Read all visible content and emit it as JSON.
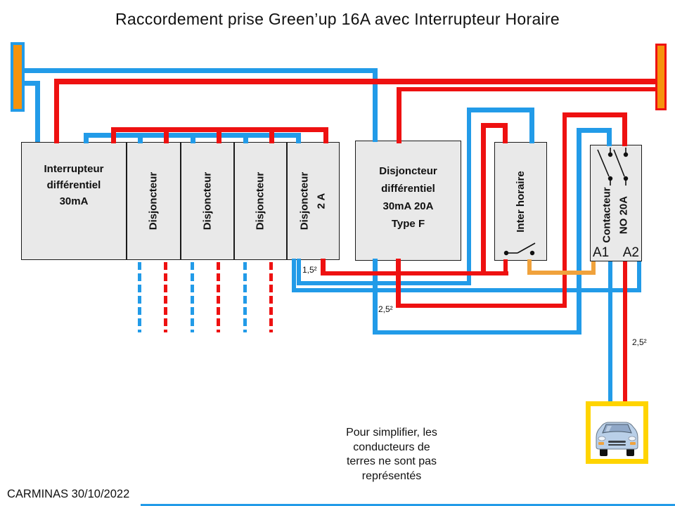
{
  "title": "Raccordement prise Green’up 16A avec Interrupteur Horaire",
  "footer": "CARMINAS 30/10/2022",
  "note": "Pour simplifier, les\nconducteurs de\nterres ne sont pas\nreprésentés",
  "labels": {
    "section_1_5": "1,5²",
    "section_2_5_a": "2,5²",
    "section_2_5_b": "2,5²"
  },
  "boxes": {
    "rcd": {
      "label": "Interrupteur\ndifférentiel\n30mA"
    },
    "breaker_1": {
      "label": "Disjoncteur"
    },
    "breaker_2": {
      "label": "Disjoncteur"
    },
    "breaker_3": {
      "label": "Disjoncteur"
    },
    "breaker_2a": {
      "label": "Disjoncteur\n2 A"
    },
    "rcbo": {
      "label": "Disjoncteur\ndifférentiel\n30mA 20A\nType F"
    },
    "timer": {
      "label": "Inter horaire"
    },
    "contactor": {
      "label": "Contacteur\nNO 20A",
      "terminal_left": "A1",
      "terminal_right": "A2"
    }
  },
  "colors": {
    "wire_neutral_blue": "#229BE8",
    "wire_phase_red": "#EE1111",
    "wire_switched_orange": "#F0A23C",
    "busbar_orange": "#F6930D",
    "car_frame_yellow": "#FFD400",
    "module_fill_grey": "#E9E9E9"
  }
}
